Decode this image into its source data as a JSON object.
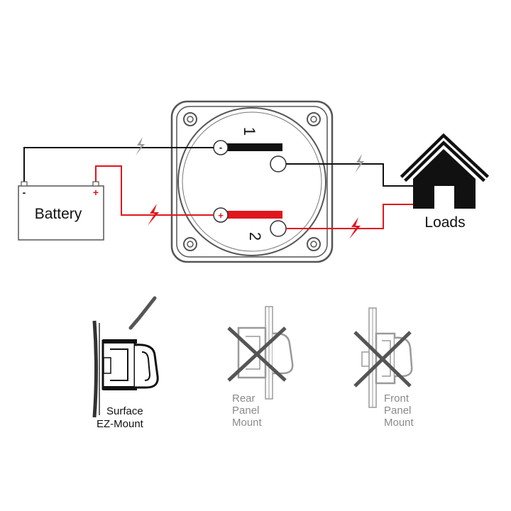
{
  "diagram": {
    "battery": {
      "label": "Battery",
      "negative_symbol": "-",
      "positive_symbol": "+"
    },
    "switch": {
      "terminal_1_label": "1",
      "terminal_2_label": "2",
      "negative_marker": "-",
      "positive_marker": "+"
    },
    "loads": {
      "label": "Loads"
    },
    "colors": {
      "negative_wire": "#111111",
      "positive_wire": "#e0161d",
      "lightning": "#e0161d",
      "lightning_neutral": "#9a9a9a",
      "housing": "#555555",
      "greyed": "#9a9a9a"
    }
  },
  "mounting": {
    "surface": {
      "line1": "Surface",
      "line2": "EZ-Mount",
      "status": "check-icon"
    },
    "rear": {
      "line1": "Rear",
      "line2": "Panel",
      "line3": "Mount",
      "status": "x-icon"
    },
    "front": {
      "line1": "Front",
      "line2": "Panel",
      "line3": "Mount",
      "status": "x-icon"
    }
  }
}
